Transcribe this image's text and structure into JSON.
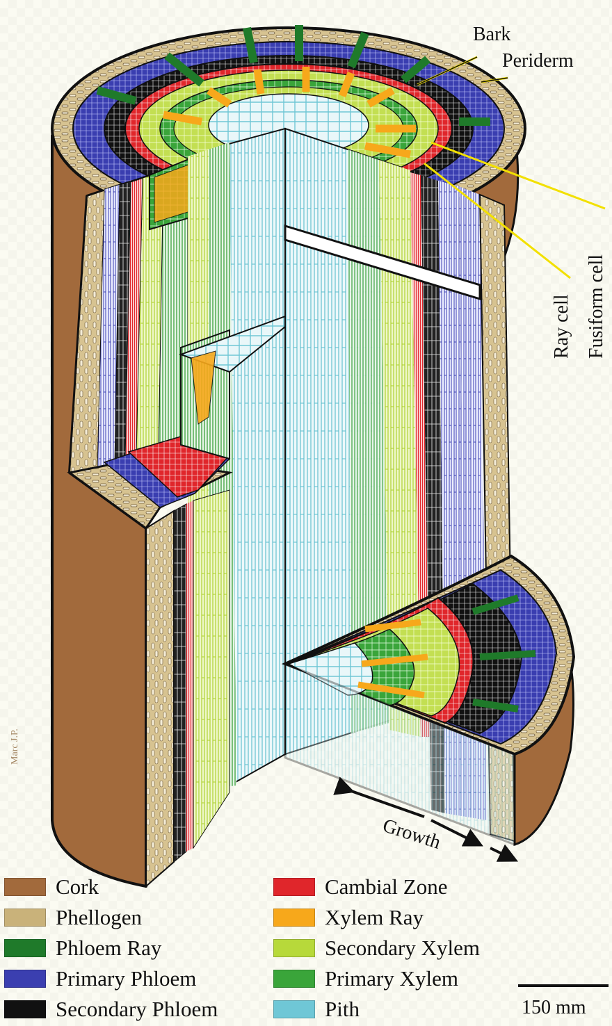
{
  "callouts": {
    "bark": "Bark",
    "periderm": "Periderm",
    "ray_cell": "Ray cell",
    "fusiform_cell": "Fusiform cell"
  },
  "growth_label": "Growth",
  "scale_bar": "150 mm",
  "credit": "Marc J.P.",
  "legend": [
    {
      "label": "Cork",
      "color": "#a26a3c"
    },
    {
      "label": "Phellogen",
      "color": "#c9b27a"
    },
    {
      "label": "Phloem Ray",
      "color": "#1f7a2a"
    },
    {
      "label": "Primary Phloem",
      "color": "#3b3fb0"
    },
    {
      "label": "Secondary Phloem",
      "color": "#111111"
    },
    {
      "label": "Cambial Zone",
      "color": "#e0262b"
    },
    {
      "label": "Xylem Ray",
      "color": "#f7a81b"
    },
    {
      "label": "Secondary Xylem",
      "color": "#b7d93a"
    },
    {
      "label": "Primary Xylem",
      "color": "#3aa53a"
    },
    {
      "label": "Pith",
      "color": "#6fc7d6"
    }
  ]
}
